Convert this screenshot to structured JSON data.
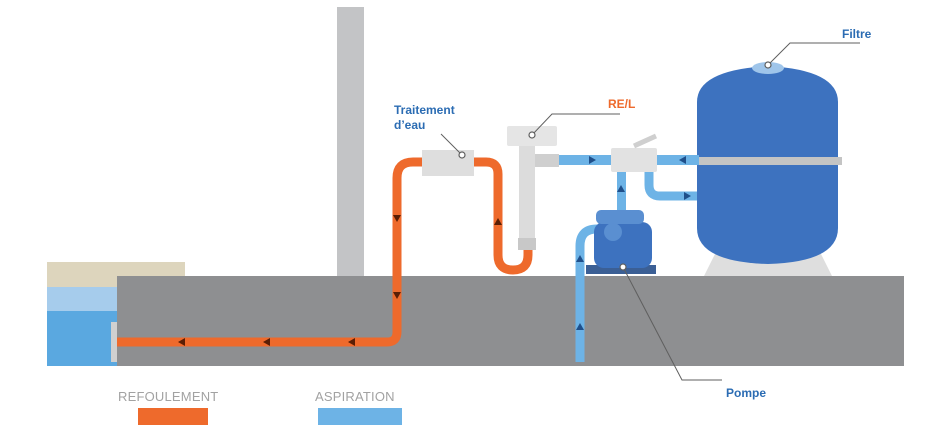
{
  "labels": {
    "filtre": "Filtre",
    "traitement_line1": "Traitement",
    "traitement_line2": "d’eau",
    "rel": "RE/L",
    "pompe": "Pompe"
  },
  "legend": {
    "refoulement": "REFOULEMENT",
    "aspiration": "ASPIRATION"
  },
  "colors": {
    "refoulement": "#ee6a2c",
    "aspiration": "#6db3e6",
    "filter_tank": "#3d72bf",
    "ground": "#8e8f91",
    "pool_water": "#5aa8e0"
  }
}
